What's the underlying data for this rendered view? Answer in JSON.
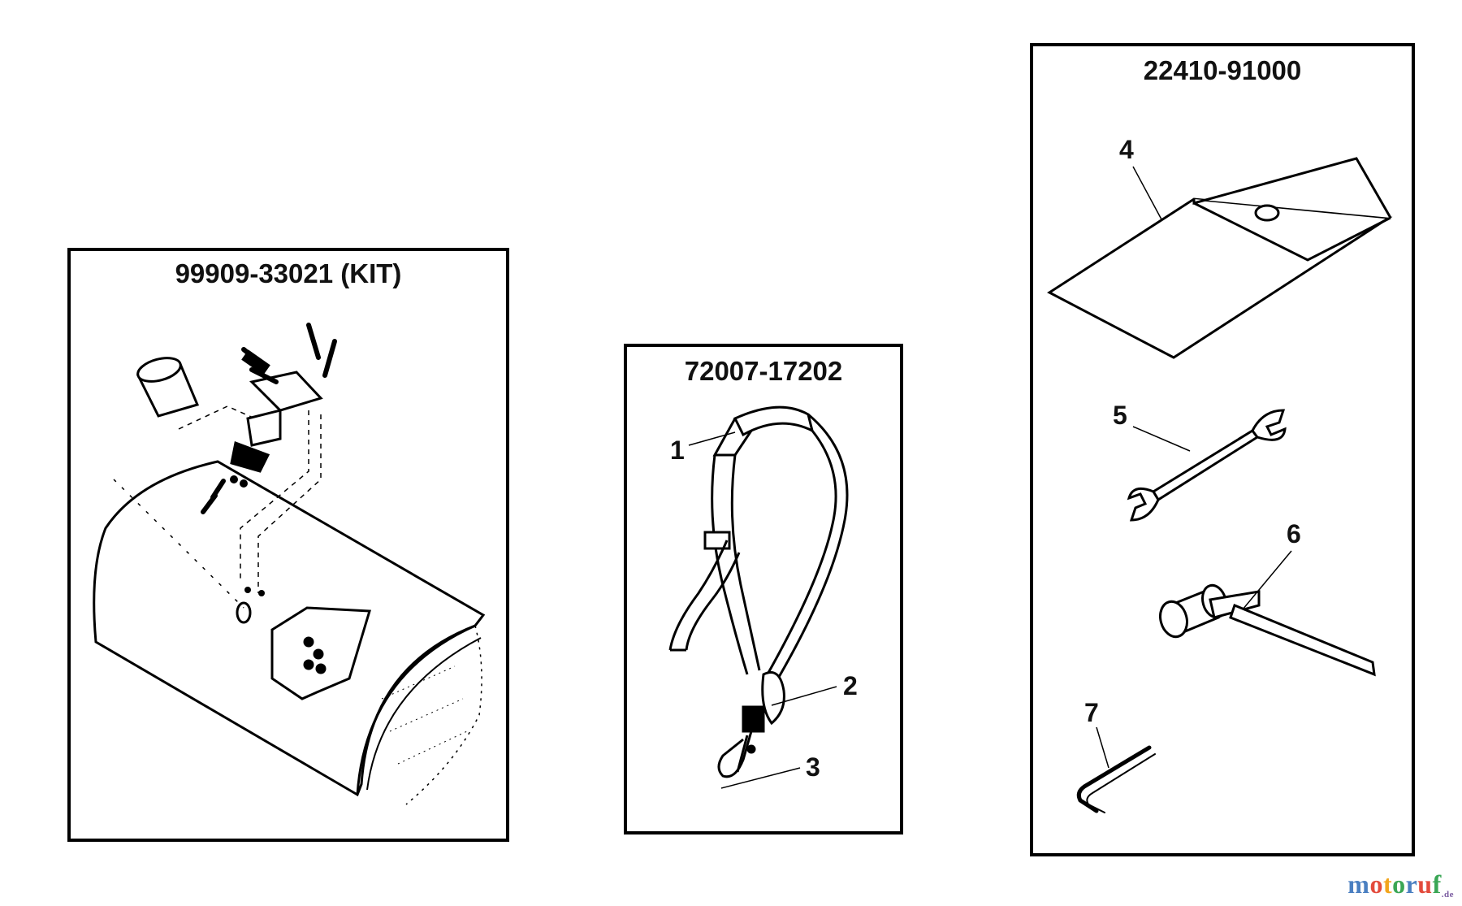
{
  "panels": {
    "kit": {
      "part_number": "99909-33021 (KIT)"
    },
    "harness": {
      "part_number": "72007-17202",
      "callouts": [
        "1",
        "2",
        "3"
      ]
    },
    "tools": {
      "part_number": "22410-91000",
      "callouts": [
        "4",
        "5",
        "6",
        "7"
      ]
    }
  },
  "watermark": {
    "letters": [
      "m",
      "o",
      "t",
      "o",
      "r",
      "u",
      "f"
    ],
    "suffix": ".de",
    "colors": [
      "#4a7fc1",
      "#e34b3c",
      "#f2a51c",
      "#3aa655",
      "#4a7fc1",
      "#e34b3c",
      "#3aa655"
    ]
  }
}
